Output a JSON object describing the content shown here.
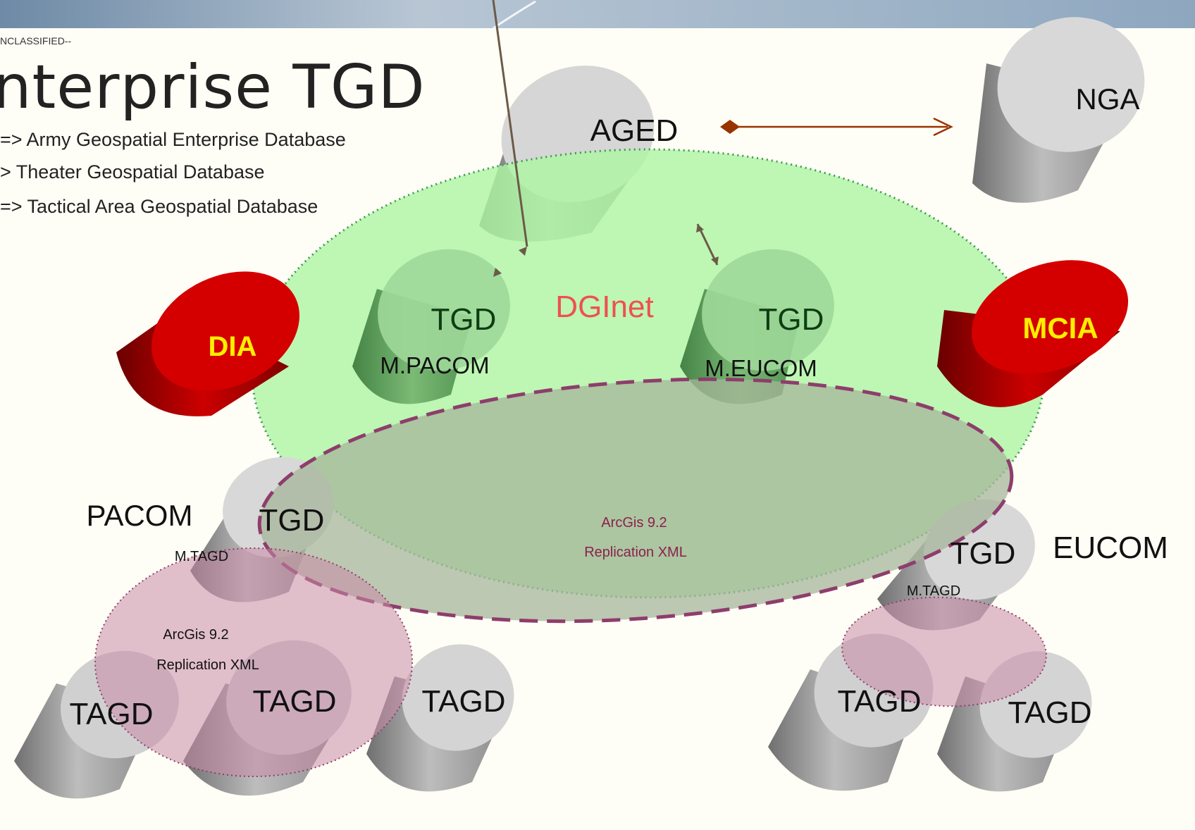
{
  "slide": {
    "classification": "NCLASSIFIED--",
    "title": "nterprise TGD",
    "legend": [
      "=> Army Geospatial Enterprise Database",
      "> Theater Geospatial Database",
      "=> Tactical Area Geospatial Database"
    ]
  },
  "diagram": {
    "nodes": {
      "aged": "AGED",
      "nga": "NGA",
      "dia": "DIA",
      "mcia": "MCIA",
      "tgd_pacom_m": {
        "title": "TGD",
        "subtitle": "M.PACOM"
      },
      "tgd_eucom_m": {
        "title": "TGD",
        "subtitle": "M.EUCOM"
      },
      "tgd_pacom": {
        "title": "TGD",
        "subtitle": "M.TAGD"
      },
      "tgd_eucom": {
        "title": "TGD",
        "subtitle": "M.TAGD"
      },
      "tagd_left_1": "TAGD",
      "tagd_left_2": "TAGD",
      "tagd_left_3": "TAGD",
      "tagd_right_1": "TAGD",
      "tagd_right_2": "TAGD"
    },
    "regions": {
      "dginet": "DGInet",
      "replication_main": [
        "ArcGis 9.2",
        "Replication XML"
      ],
      "replication_pacom": [
        "ArcGis 9.2",
        "Replication XML"
      ]
    },
    "labels": {
      "pacom": "PACOM",
      "eucom": "EUCOM"
    },
    "colors": {
      "background": "#fffef6",
      "banner": "#9fb3c8",
      "dginet_fill": "#aef5a4",
      "dginet_stroke": "#3f9a55",
      "replication_fill": "#a6b59a",
      "replication_stroke": "#8e3d6c",
      "pink_region": "#c98aa5",
      "agency_red": "#cc0000",
      "agency_text": "#ffee00",
      "tgd_text": "#0f3d12",
      "dginet_text": "#f05050",
      "nga_link": "#993300",
      "cylinder_gray": "#d4d4d4"
    }
  }
}
